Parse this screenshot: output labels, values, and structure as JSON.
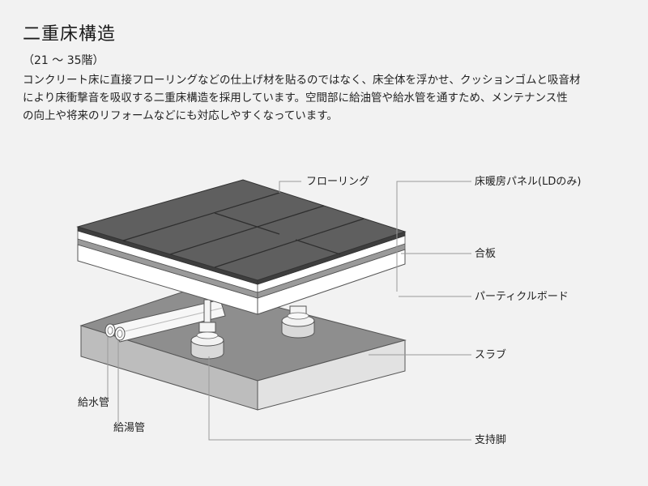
{
  "title": "二重床構造",
  "subtitle": "（21 〜 35階）",
  "description": [
    "コンクリート床に直接フローリングなどの仕上げ材を貼るのではなく、床全体を浮かせ、クッションゴムと吸音材",
    "により床衝撃音を吸収する二重床構造を採用しています。空間部に給油管や給水管を通すため、メンテナンス性",
    "の向上や将来のリフォームなどにも対応しやすくなっています。"
  ],
  "labels": {
    "flooring": "フローリング",
    "floor_heating": "床暖房パネル(LDのみ)",
    "plywood": "合板",
    "particleboard": "パーティクルボード",
    "slab": "スラブ",
    "water_pipe": "給水管",
    "hot_water_pipe": "給湯管",
    "support_leg": "支持脚"
  },
  "colors": {
    "flooring_top": "#5f5f5f",
    "flooring_side": "#3e3e3e",
    "slab_top": "#8e8e8e",
    "slab_front": "#bdbdbd",
    "slab_side": "#e2e2e2",
    "leader_line": "#9a9a9a"
  }
}
